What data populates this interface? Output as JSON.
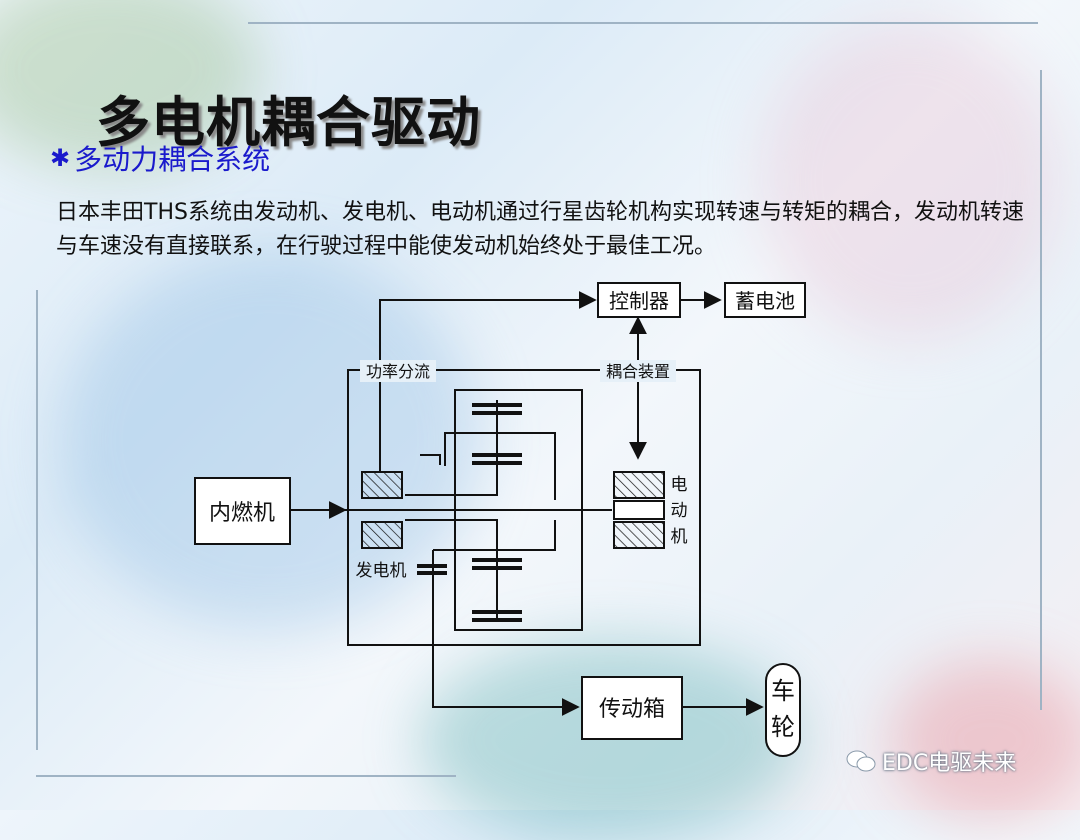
{
  "slide": {
    "title": "多电机耦合驱动",
    "subtitle": "多动力耦合系统",
    "paragraph": "日本丰田THS系统由发动机、发电机、电动机通过行星齿轮机构实现转速与转矩的耦合，发动机转速与车速没有直接联系，在行驶过程中能使发动机始终处于最佳工况。",
    "watermark": "EDC电驱未来"
  },
  "diagram": {
    "controller": "控制器",
    "battery": "蓄电池",
    "power_split": "功率分流",
    "coupling_device": "耦合装置",
    "engine": "内燃机",
    "generator": "发电机",
    "motor_chars": [
      "电",
      "动",
      "机"
    ],
    "transmission": "传动箱",
    "wheel_chars": [
      "车",
      "轮"
    ]
  },
  "colors": {
    "title": "#111111",
    "subtitle": "#1a1acc",
    "diagram_stroke": "#111111"
  }
}
